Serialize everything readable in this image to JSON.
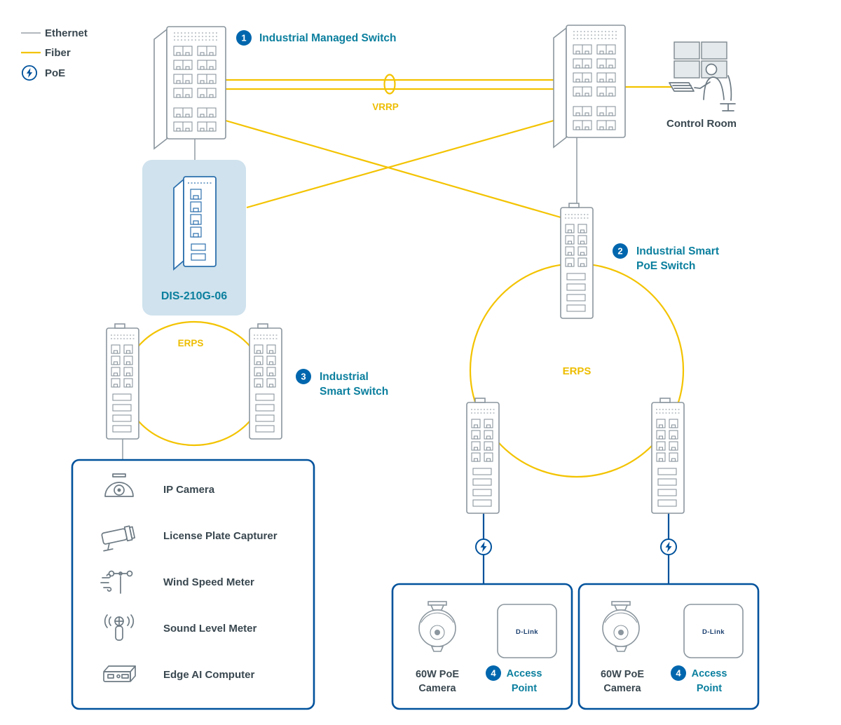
{
  "legend": {
    "ethernet": "Ethernet",
    "fiber": "Fiber",
    "poe": "PoE"
  },
  "topology": {
    "switch1_num": "1",
    "switch1_label": "Industrial Managed Switch",
    "vrrp": "VRRP",
    "control_room": "Control Room",
    "dis_model": "DIS-210G-06",
    "erps_left": "ERPS",
    "erps_right": "ERPS",
    "switch2_num": "2",
    "switch2_line1": "Industrial Smart",
    "switch2_line2": "PoE Switch",
    "switch3_num": "3",
    "switch3_line1": "Industrial",
    "switch3_line2": "Smart Switch"
  },
  "device_list": {
    "items": [
      {
        "label": "IP Camera"
      },
      {
        "label": "License Plate Capturer"
      },
      {
        "label": "Wind Speed Meter"
      },
      {
        "label": "Sound Level Meter"
      },
      {
        "label": "Edge AI Computer"
      }
    ]
  },
  "poe_box_left": {
    "camera_line1": "60W PoE",
    "camera_line2": "Camera",
    "ap_num": "4",
    "ap_line1": "Access",
    "ap_line2": "Point",
    "ap_logo": "D-Link"
  },
  "poe_box_right": {
    "camera_line1": "60W PoE",
    "camera_line2": "Camera",
    "ap_num": "4",
    "ap_line1": "Access",
    "ap_line2": "Point",
    "ap_logo": "D-Link"
  },
  "colors": {
    "teal": "#0b7f9e",
    "navy": "#00529c",
    "badge_blue": "#0066ad",
    "fiber_yellow": "#f3c300",
    "device_gray": "#8b969e",
    "text_dark": "#39474f",
    "highlight_blue": "#cfe2ed"
  }
}
